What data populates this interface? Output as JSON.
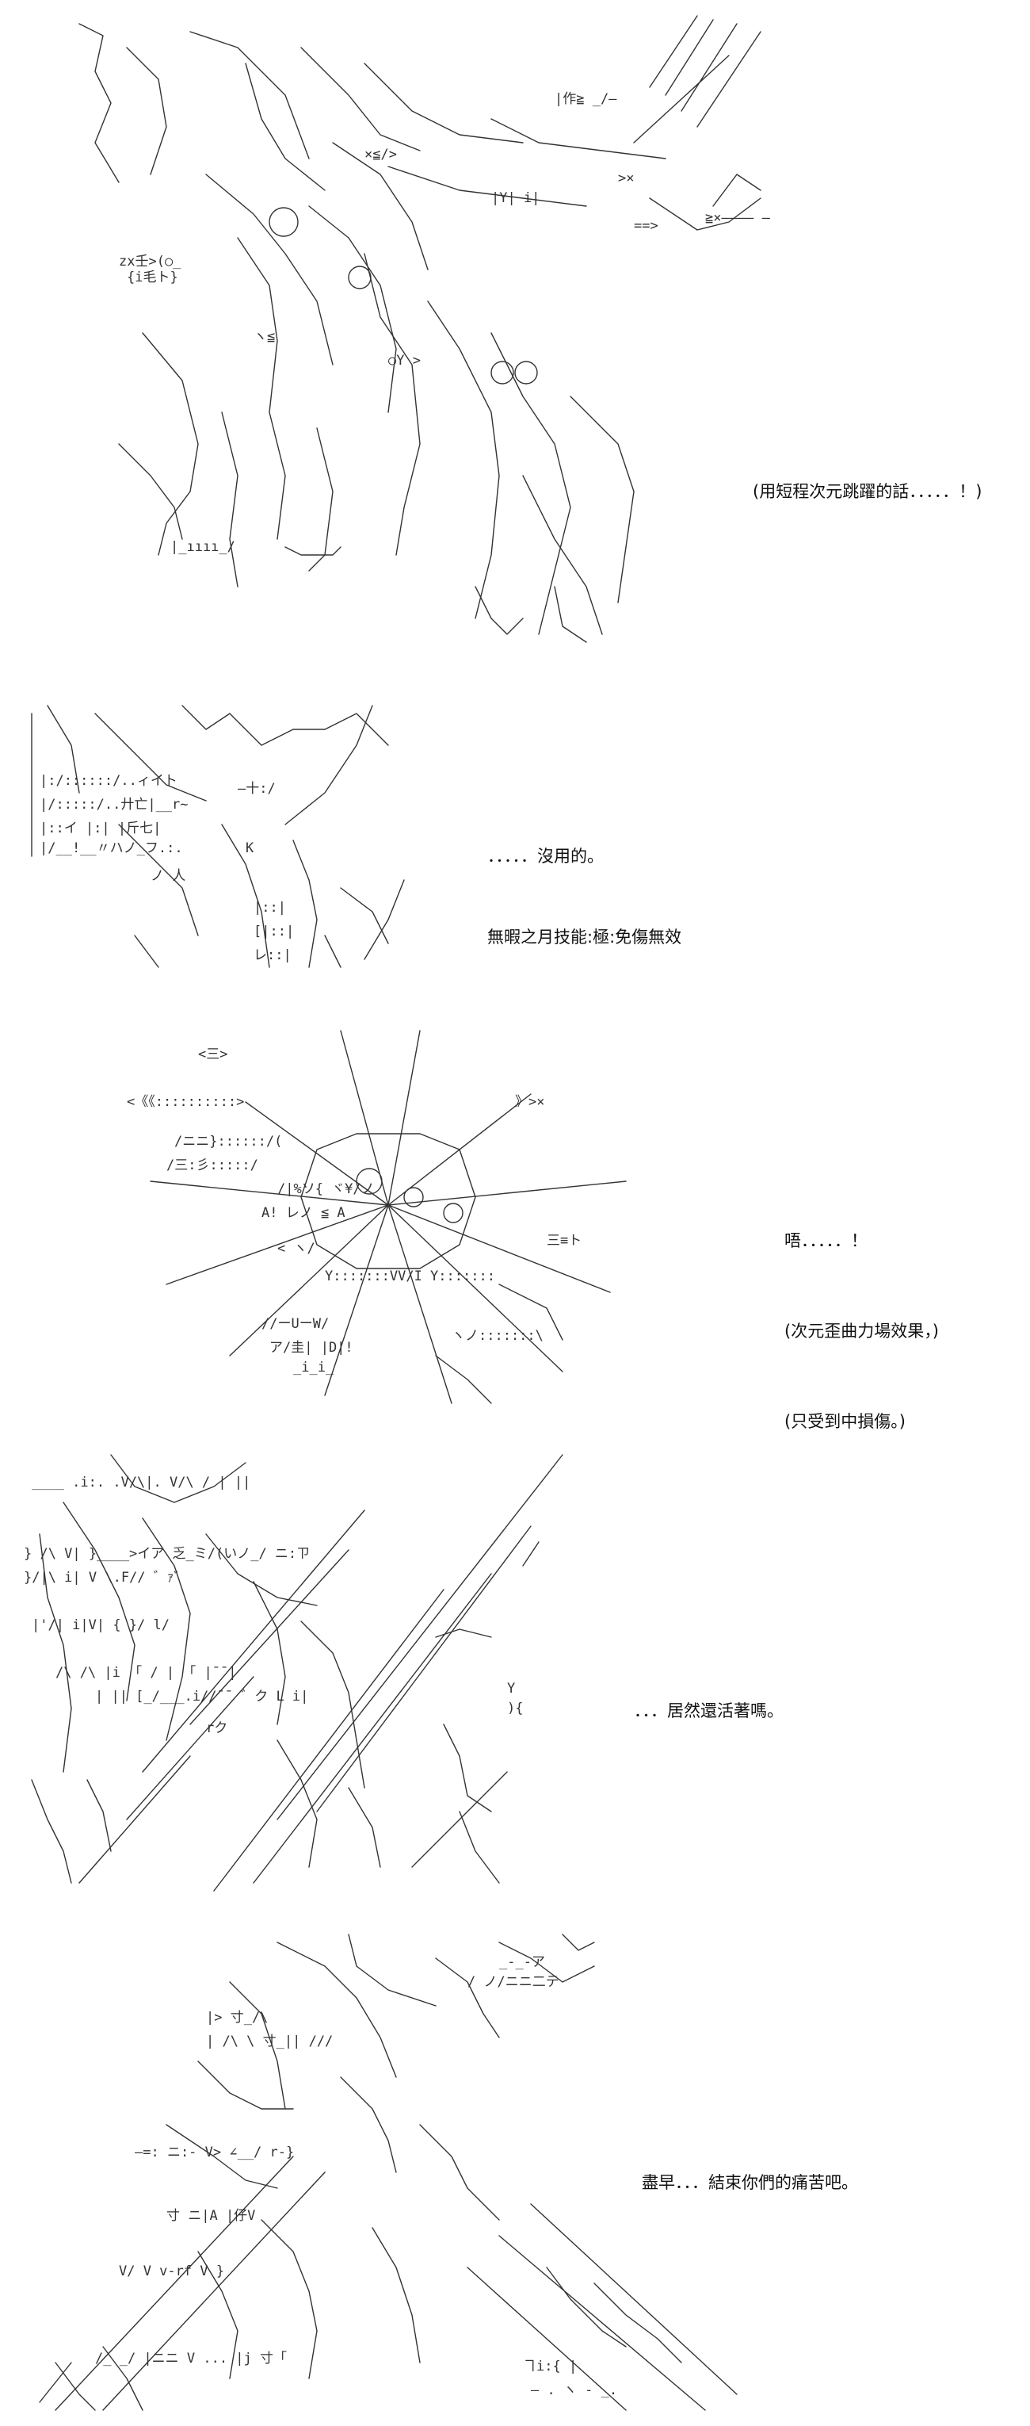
{
  "panels": [
    {
      "lines": [
        "(用短程次元跳躍的話．．．．．！)"
      ]
    },
    {
      "lines": [
        "．．．．．沒用的。",
        "無暇之月技能:極:免傷無效"
      ]
    },
    {
      "lines": [
        "唔．．．．．！",
        "(次元歪曲力場效果，)",
        "(只受到中損傷。)"
      ]
    },
    {
      "lines": [
        "．．．居然還活著嗎。"
      ]
    },
    {
      "lines": [
        "盡早．．．結束你們的痛苦吧。"
      ]
    }
  ]
}
